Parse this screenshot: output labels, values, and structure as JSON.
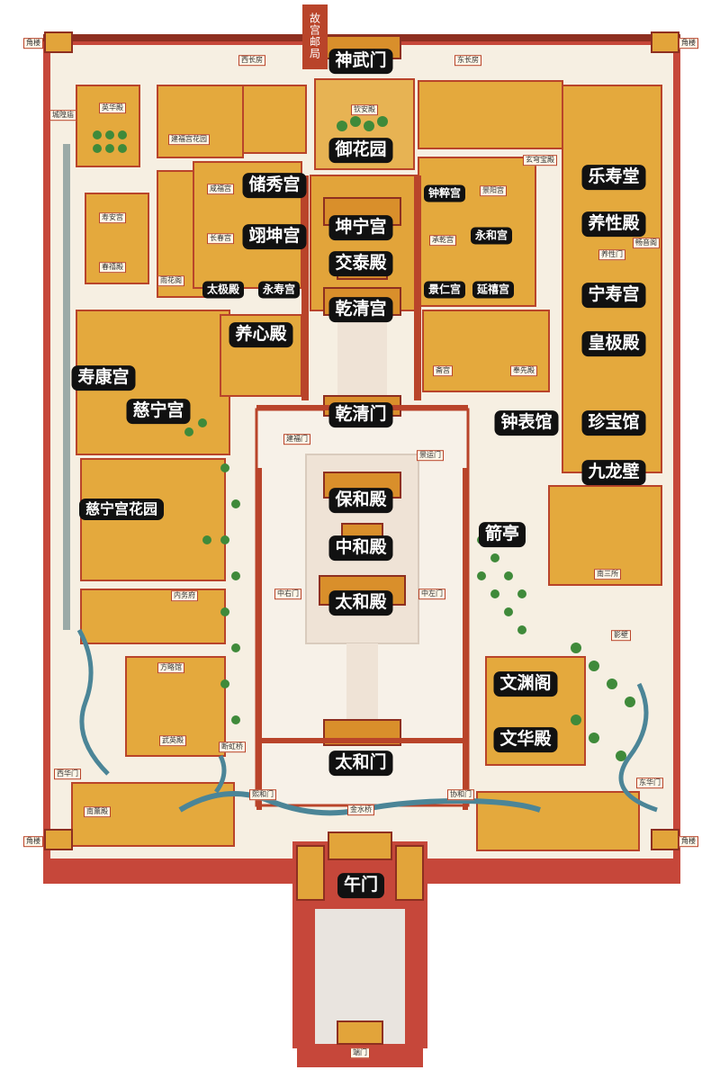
{
  "map": {
    "post_office_sign": "故宫邮局",
    "labels": {
      "shenwumen": "神武门",
      "yuhuayuan": "御花园",
      "chuxiugong": "储秀宫",
      "yikungong": "翊坤宫",
      "kunninggong": "坤宁宫",
      "jiaotaidian": "交泰殿",
      "qianqinggong": "乾清宫",
      "taijidian": "太极殿",
      "yongshougong": "永寿宫",
      "yangxindian": "养心殿",
      "shoukanggong": "寿康宫",
      "cininggong": "慈宁宫",
      "qianqingmen": "乾清门",
      "zhongbiaoguan": "钟表馆",
      "zhenbaoguan": "珍宝馆",
      "leshoutang": "乐寿堂",
      "yangxingdian": "养性殿",
      "ningshougong": "宁寿宫",
      "huangjidian": "皇极殿",
      "zhongcuigong": "钟粹宫",
      "yonghegong": "永和宫",
      "jingrengong": "景仁宫",
      "yanxigong": "延禧宫",
      "jiulongbi": "九龙壁",
      "jianting": "箭亭",
      "baohedian": "保和殿",
      "zhonghedian": "中和殿",
      "taihedian": "太和殿",
      "cininggong_huayuan": "慈宁宫花园",
      "wenyuange": "文渊阁",
      "wenhuadian": "文华殿",
      "taihemen": "太和门",
      "wumen": "午门"
    },
    "small_labels": {
      "jiaolou_nw": "角楼",
      "jiaolou_ne": "角楼",
      "jiaolou_sw": "角楼",
      "jiaolou_se": "角楼",
      "xichangfang": "西长房",
      "dongchangfang": "东长房",
      "chenghuangmiao": "城隍庙",
      "ying_hua_dian": "英华殿",
      "qinandian": "钦安殿",
      "shouangong": "寿安宫",
      "jianfugong_huayuan": "建福宫花园",
      "xuanqiongbaodian": "玄穹宝殿",
      "jingyanggong": "景阳宫",
      "chengqiangong": "承乾宫",
      "zhaigong": "斋宫",
      "fengxiandian": "奉先殿",
      "yuhuage": "雨花阁",
      "changchungong": "长春宫",
      "xianfugong": "咸福宫",
      "chunxidian": "春禧殿",
      "yangxingmen": "养性门",
      "changyinge": "畅音阁",
      "jianting_small": "建福门",
      "jingyunmen": "景运门",
      "nansansuo": "南三所",
      "yingbi": "影壁",
      "neiwufu": "内务府",
      "fanglueguan": "方略馆",
      "wuyingdian": "武英殿",
      "duanhongqiao": "断虹桥",
      "xihuamen": "西华门",
      "donghuamen": "东华门",
      "nanxundian": "南薰殿",
      "xiheimen": "熙和门",
      "xiehemen": "协和门",
      "jinshuiqiao": "金水桥",
      "duanmen": "端门",
      "zhongzuomen": "中左门",
      "zhongyoumen": "中右门"
    }
  },
  "colors": {
    "wall_red": "#b9442a",
    "roof_gold": "#e2a43a",
    "roof_dark": "#c9822a",
    "tree_green": "#3f8a3a",
    "moat_blue": "#4b8597",
    "courtyard": "#f4f0ea",
    "label_bg": "#111111",
    "label_text": "#ffffff"
  }
}
